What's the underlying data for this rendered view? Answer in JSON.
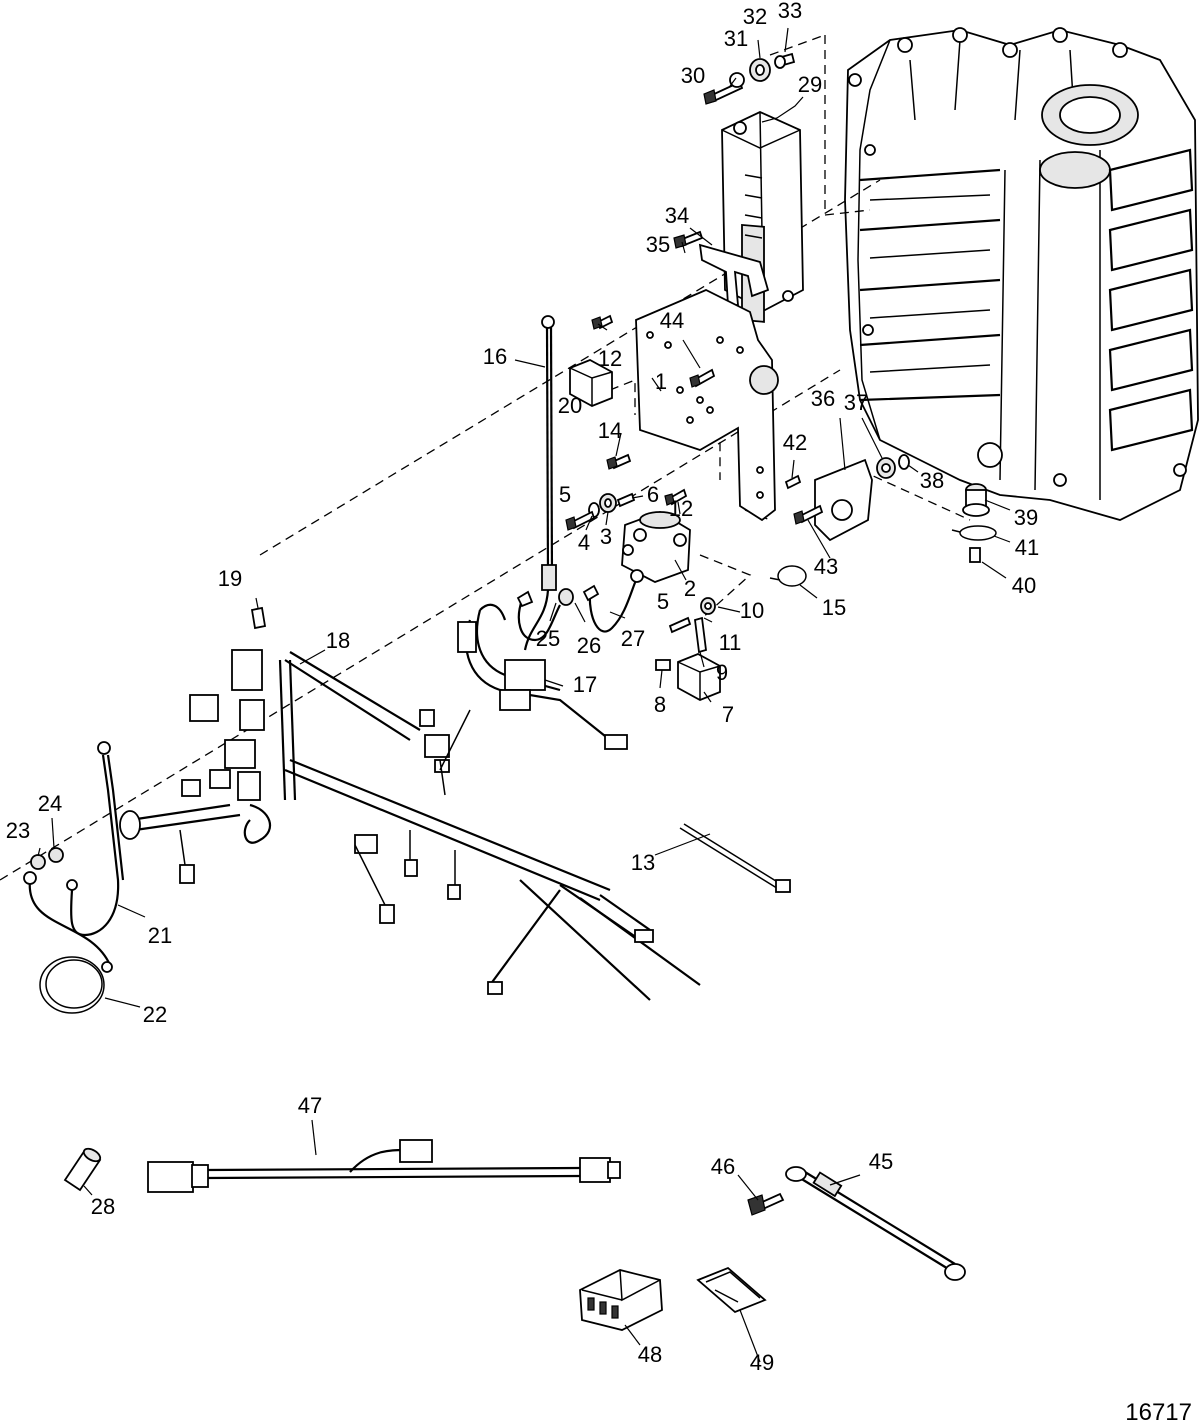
{
  "figure_number": "16717",
  "labels": {
    "p1": "1",
    "p2": "2",
    "p3": "3",
    "p4": "4",
    "p5a": "5",
    "p5b": "5",
    "p6": "6",
    "p7": "7",
    "p8": "8",
    "p9": "9",
    "p10": "10",
    "p11": "11",
    "p12a": "12",
    "p12b": "12",
    "p13": "13",
    "p14": "14",
    "p15": "15",
    "p16": "16",
    "p17": "17",
    "p18": "18",
    "p19": "19",
    "p20": "20",
    "p21": "21",
    "p22": "22",
    "p23": "23",
    "p24": "24",
    "p25": "25",
    "p26": "26",
    "p27": "27",
    "p28": "28",
    "p29": "29",
    "p30": "30",
    "p31": "31",
    "p32": "32",
    "p33": "33",
    "p34": "34",
    "p35": "35",
    "p36": "36",
    "p37": "37",
    "p38": "38",
    "p39": "39",
    "p40": "40",
    "p41": "41",
    "p42": "42",
    "p43": "43",
    "p44": "44",
    "p45": "45",
    "p46": "46",
    "p47": "47",
    "p48": "48",
    "p49": "49"
  }
}
